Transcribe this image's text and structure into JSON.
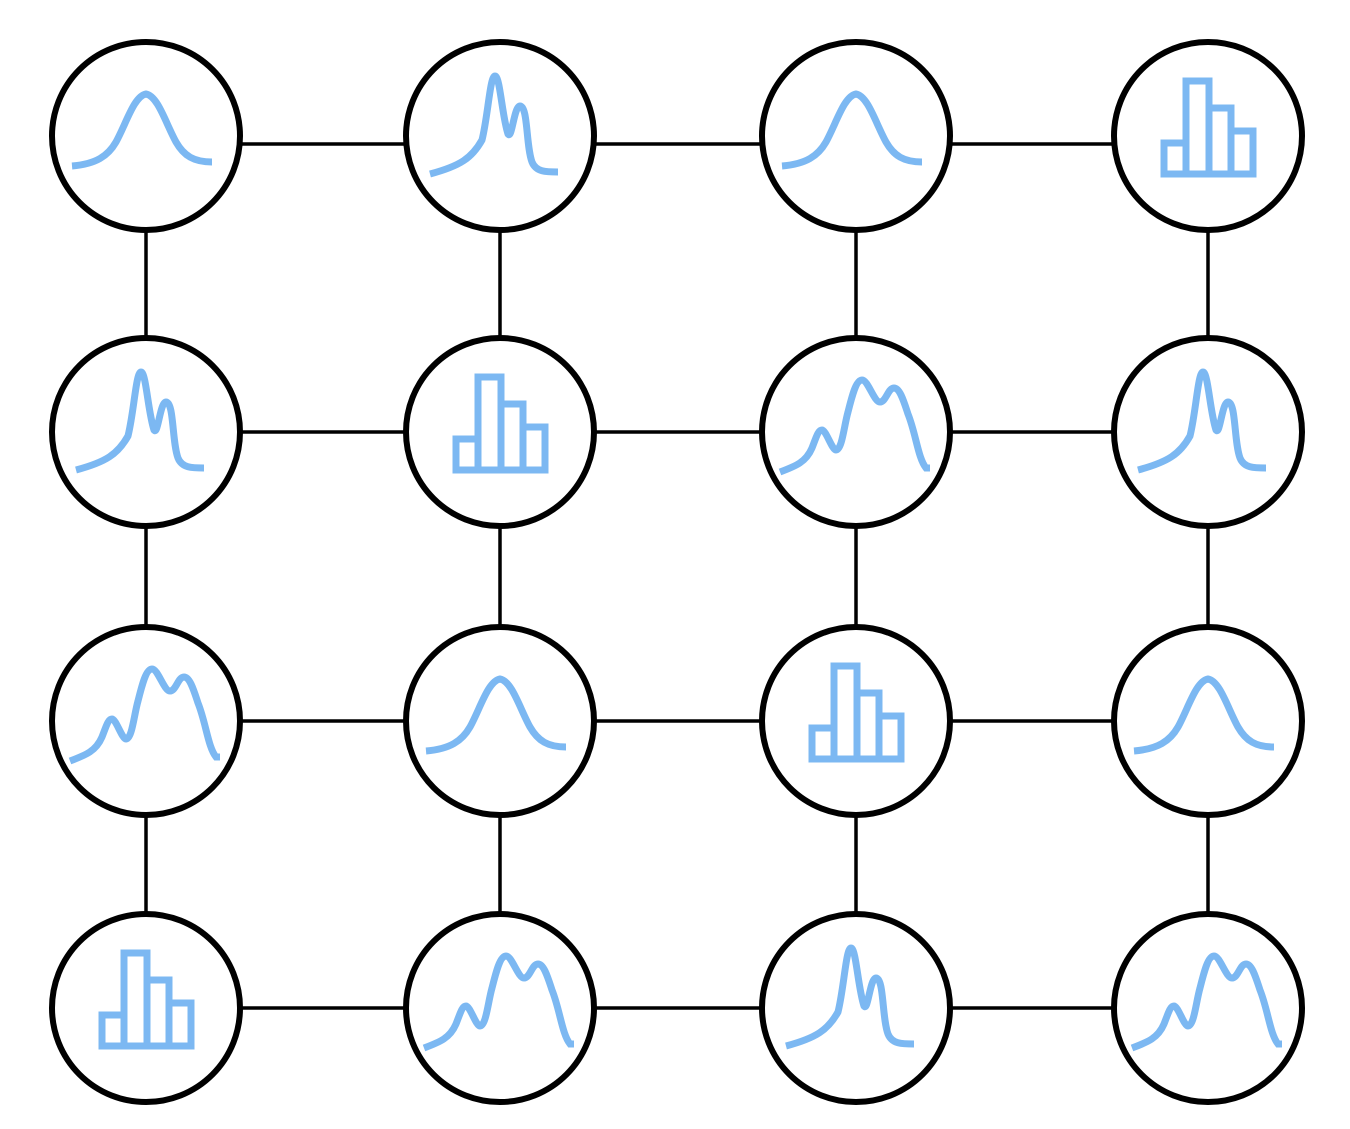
{
  "diagram": {
    "type": "grid-graph",
    "rows": 4,
    "cols": 4,
    "colors": {
      "edge": "#000000",
      "node_outline": "#000000",
      "glyph": "#7cb8f2",
      "background": "#ffffff"
    },
    "nodes": [
      {
        "id": "r1c1",
        "row": 1,
        "col": 1,
        "icon": "unimodal-curve-icon"
      },
      {
        "id": "r1c2",
        "row": 1,
        "col": 2,
        "icon": "bimodal-curve-icon"
      },
      {
        "id": "r1c3",
        "row": 1,
        "col": 3,
        "icon": "unimodal-curve-icon"
      },
      {
        "id": "r1c4",
        "row": 1,
        "col": 4,
        "icon": "histogram-icon"
      },
      {
        "id": "r2c1",
        "row": 2,
        "col": 1,
        "icon": "bimodal-curve-icon"
      },
      {
        "id": "r2c2",
        "row": 2,
        "col": 2,
        "icon": "histogram-icon"
      },
      {
        "id": "r2c3",
        "row": 2,
        "col": 3,
        "icon": "multimodal-curve-icon"
      },
      {
        "id": "r2c4",
        "row": 2,
        "col": 4,
        "icon": "bimodal-curve-icon"
      },
      {
        "id": "r3c1",
        "row": 3,
        "col": 1,
        "icon": "multimodal-curve-icon"
      },
      {
        "id": "r3c2",
        "row": 3,
        "col": 2,
        "icon": "unimodal-curve-icon"
      },
      {
        "id": "r3c3",
        "row": 3,
        "col": 3,
        "icon": "histogram-icon"
      },
      {
        "id": "r3c4",
        "row": 3,
        "col": 4,
        "icon": "unimodal-curve-icon"
      },
      {
        "id": "r4c1",
        "row": 4,
        "col": 1,
        "icon": "histogram-icon"
      },
      {
        "id": "r4c2",
        "row": 4,
        "col": 2,
        "icon": "multimodal-curve-icon"
      },
      {
        "id": "r4c3",
        "row": 4,
        "col": 3,
        "icon": "bimodal-curve-icon"
      },
      {
        "id": "r4c4",
        "row": 4,
        "col": 4,
        "icon": "multimodal-curve-icon"
      }
    ]
  }
}
